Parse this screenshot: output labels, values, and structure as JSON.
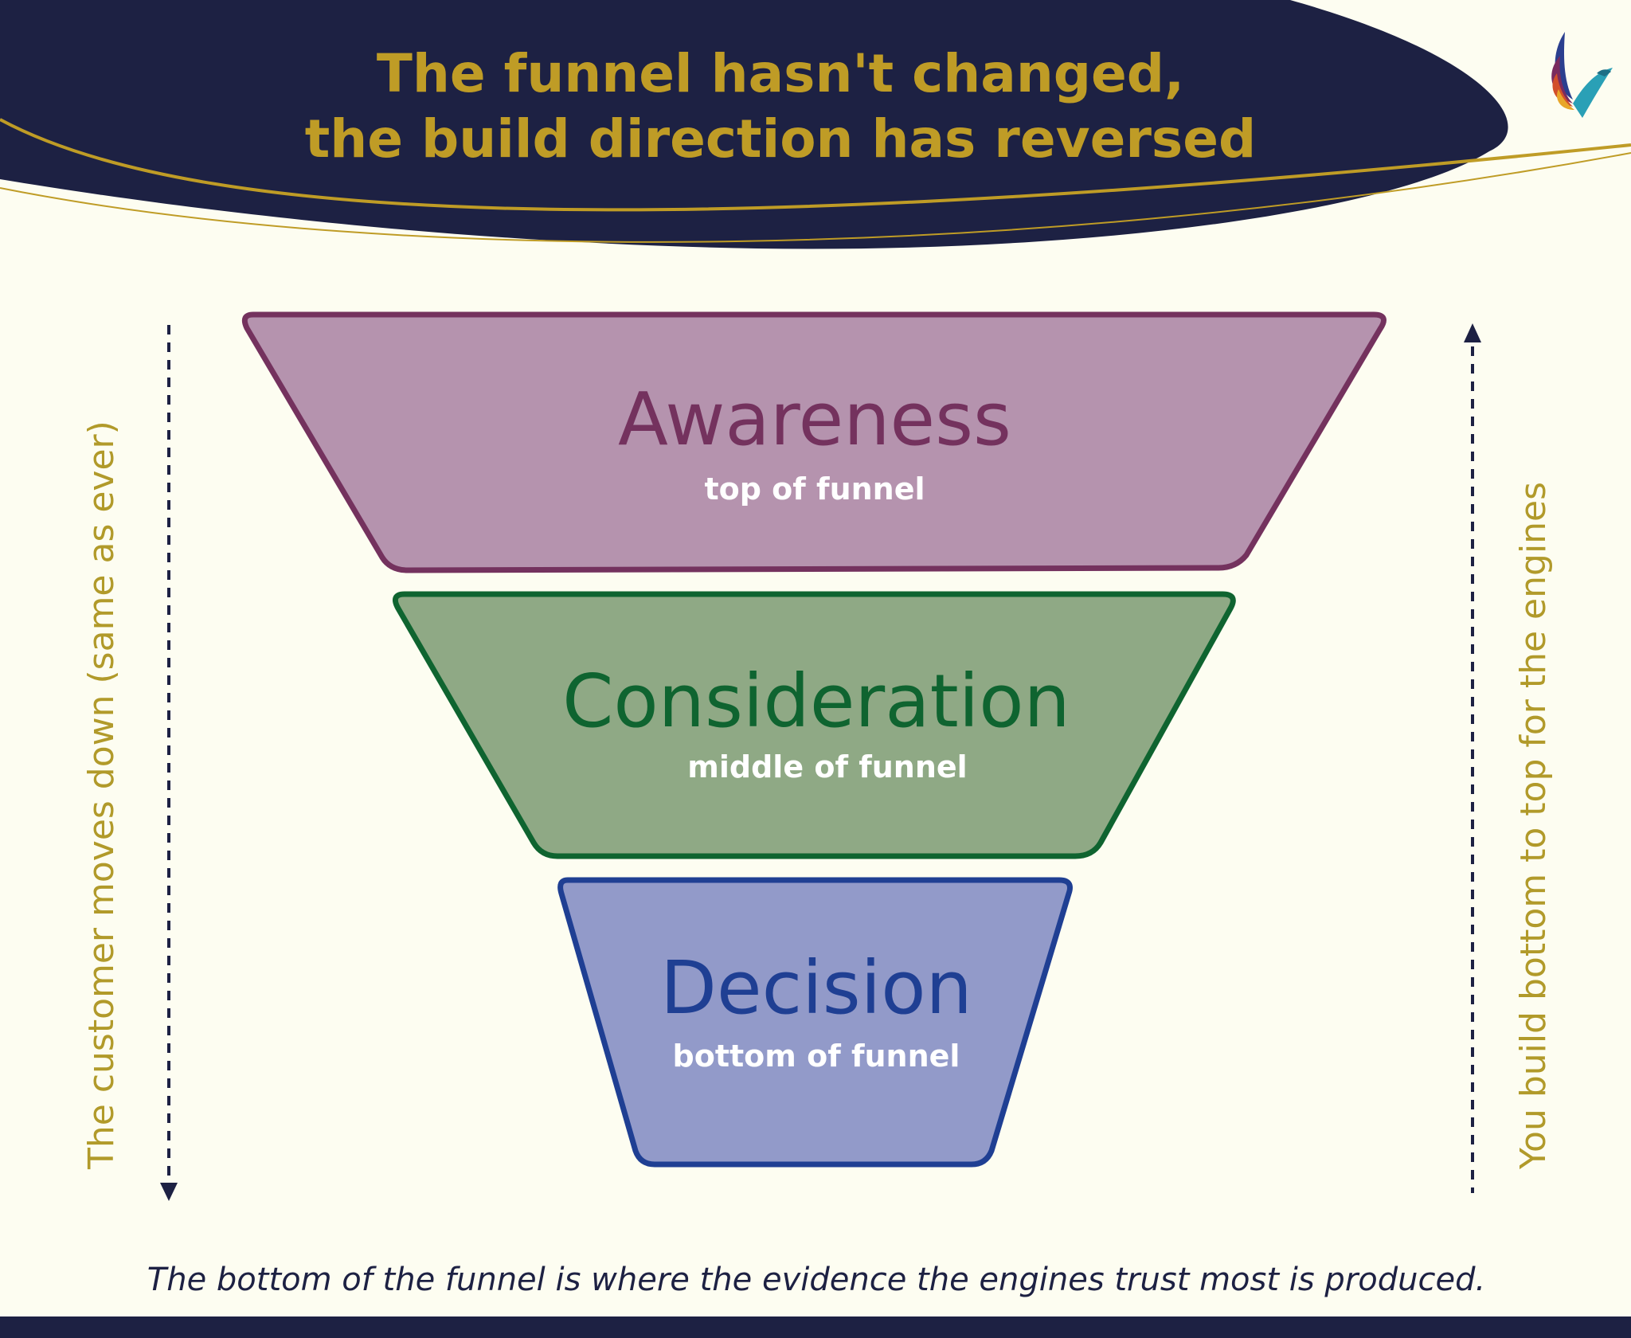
{
  "header": {
    "title_line1": "The funnel hasn't changed,",
    "title_line2": "the build direction has reversed"
  },
  "logo": {
    "icon": "bird-logo-icon"
  },
  "funnel": {
    "stages": [
      {
        "label": "Awareness",
        "sublabel": "top of funnel",
        "fill": "#b593ae",
        "stroke": "#74325e",
        "text_color": "#74325e"
      },
      {
        "label": "Consideration",
        "sublabel": "middle of funnel",
        "fill": "#8fa985",
        "stroke": "#0f6430",
        "text_color": "#0f6430"
      },
      {
        "label": "Decision",
        "sublabel": "bottom of funnel",
        "fill": "#929ac9",
        "stroke": "#1f3f93",
        "text_color": "#1f3f93"
      }
    ]
  },
  "left_arrow": {
    "label": "The customer moves down (same as ever)",
    "direction": "down"
  },
  "right_arrow": {
    "label": "You build bottom to top for the engines",
    "direction": "up"
  },
  "footer": {
    "note": "The bottom of the funnel is where the evidence the engines trust most is produced."
  },
  "colors": {
    "navy": "#1d2143",
    "gold": "#bf9c26",
    "background": "#fdfdf1"
  }
}
